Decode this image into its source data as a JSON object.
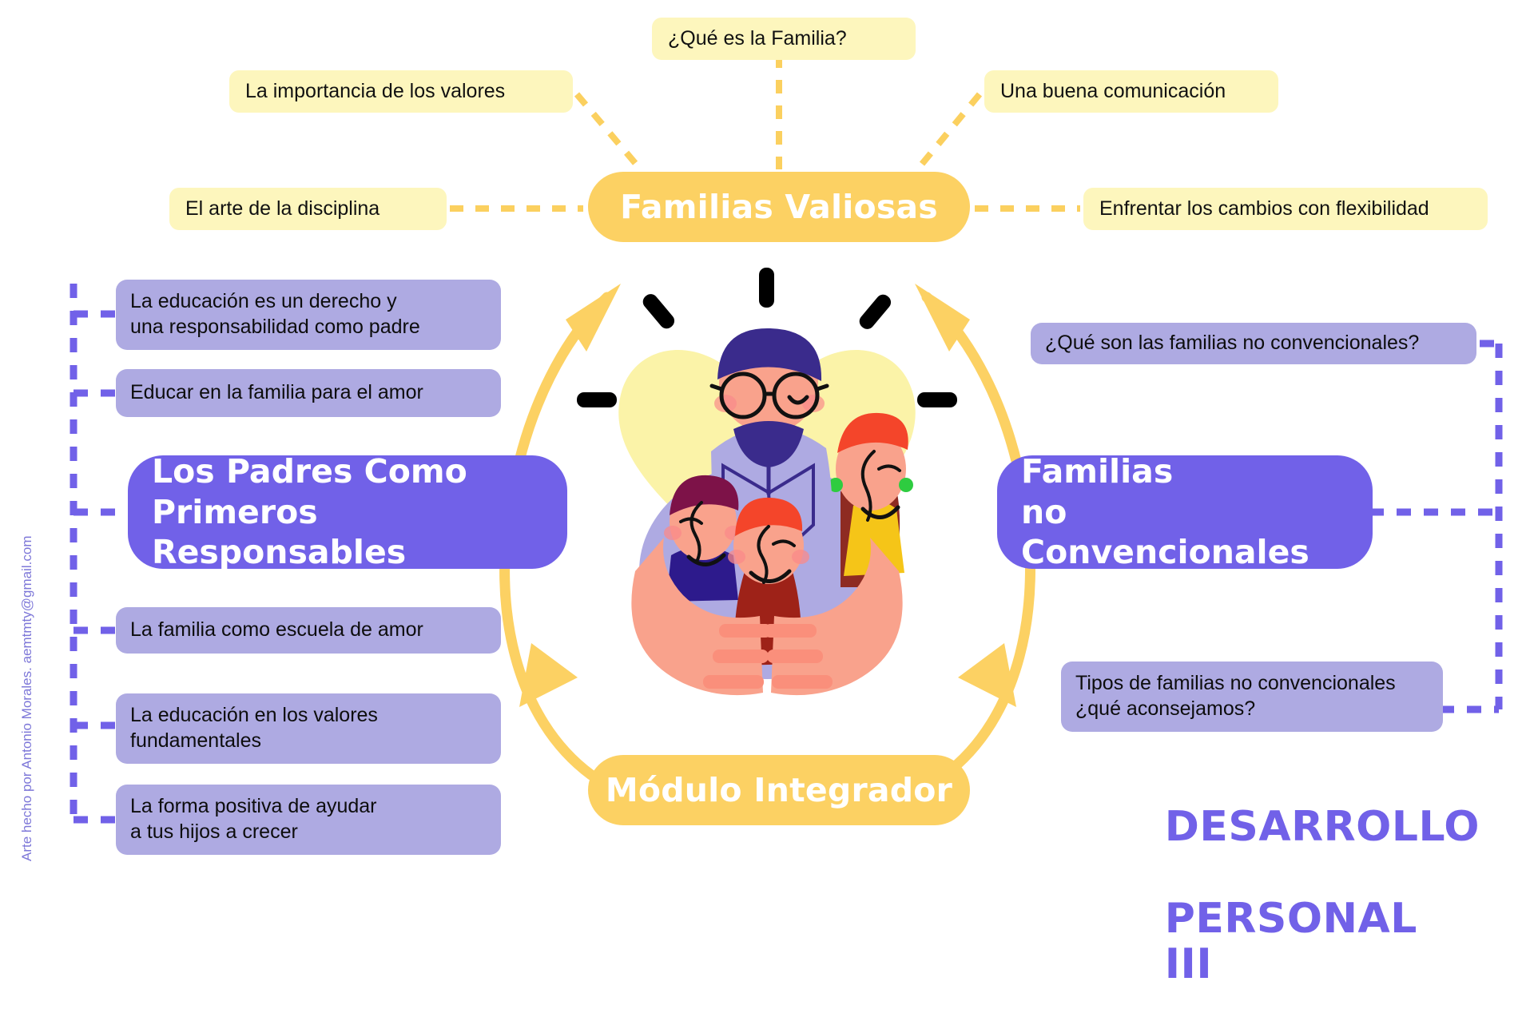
{
  "meta": {
    "document_type": "mind-map infographic",
    "language": "es",
    "background_color": "#ffffff"
  },
  "palette": {
    "gold": "#fcd163",
    "pale_yellow": "#fdf6bd",
    "heart_yellow": "#fbf3a8",
    "purple": "#7161e8",
    "periwinkle": "#aeaae2",
    "dark_purple": "#3a2b8c",
    "skin": "#f9a28c",
    "skin_dark": "#fa8f7b",
    "red_shirt": "#9e2218",
    "text_black": "#111111",
    "text_white": "#ffffff",
    "credit_purple": "#7d77d8"
  },
  "center": {
    "top_pill": "Familias Valiosas",
    "bottom_pill": "Módulo Integrador"
  },
  "branches": {
    "left": {
      "heading": "Los Padres Como\nPrimeros Responsables",
      "heading_lines": [
        "Los Padres Como",
        "Primeros Responsables"
      ],
      "items": [
        "La educación es un derecho y\nuna responsabilidad como padre",
        "Educar en la familia para el amor",
        "La familia como escuela de amor",
        "La educación en los valores\nfundamentales",
        "La forma positiva de ayudar\na tus hijos a crecer"
      ]
    },
    "right": {
      "heading": "Familias\nno Convencionales",
      "heading_lines": [
        "Familias",
        "no Convencionales"
      ],
      "items": [
        "¿Qué son las familias no convencionales?",
        "Tipos de familias no convencionales\n¿qué aconsejamos?"
      ]
    },
    "top": {
      "items": [
        "¿Qué es la Familia?",
        "La importancia de los valores",
        "Una buena comunicación",
        "El arte de la disciplina",
        "Enfrentar los cambios con flexibilidad"
      ]
    }
  },
  "course": {
    "line1": "DESARROLLO",
    "line2": "PERSONAL III"
  },
  "credit": {
    "text": "Arte hecho por Antonio Morales. aemtmty@gmail.com"
  },
  "illustration": {
    "name": "family-embrace-illustration",
    "description": "Familia de cuatro abrazándose frente a un corazón amarillo con destellos negros"
  }
}
